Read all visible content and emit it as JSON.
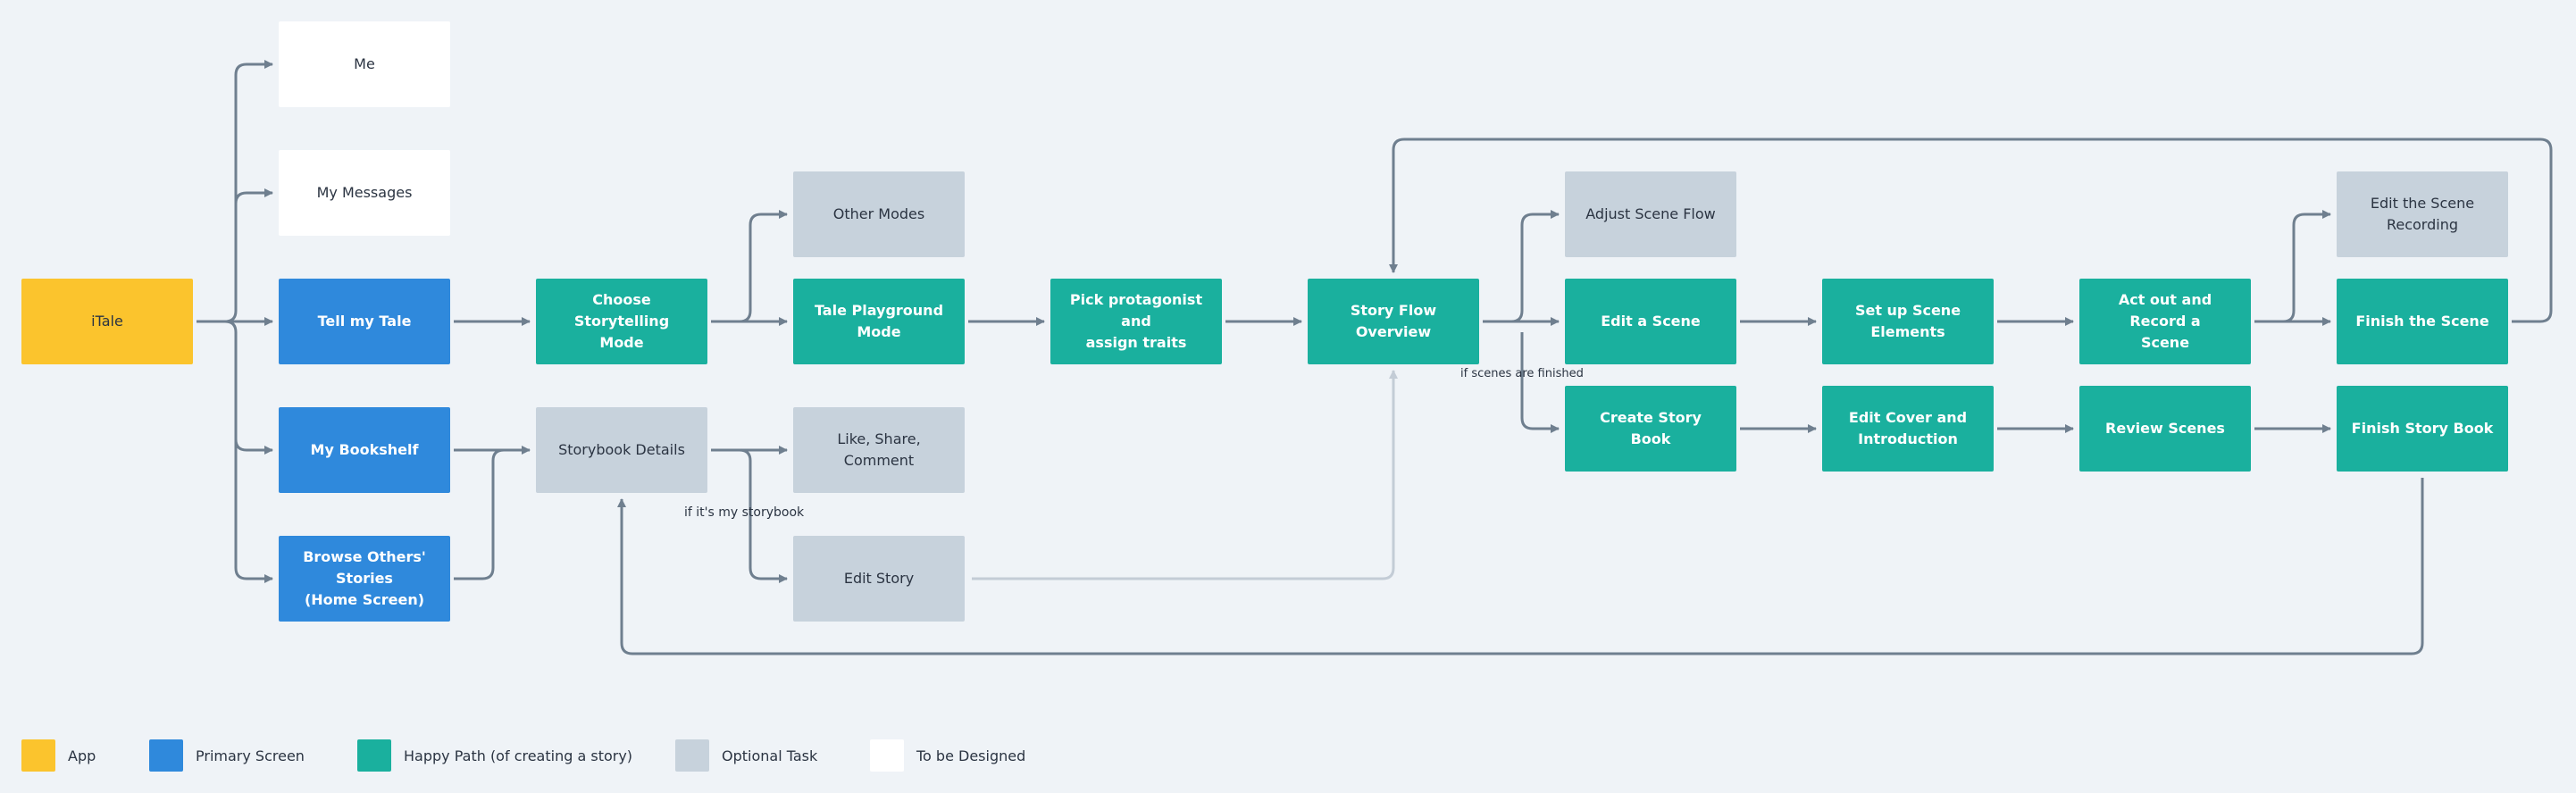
{
  "nodes": {
    "itale": "iTale",
    "me": "Me",
    "my_messages": "My Messages",
    "tell_my_tale": "Tell my Tale",
    "my_bookshelf": "My Bookshelf",
    "browse_others": "Browse Others'\nStories\n(Home Screen)",
    "choose_mode": "Choose Storytelling\nMode",
    "storybook_details": "Storybook Details",
    "other_modes": "Other Modes",
    "tale_playground": "Tale Playground\nMode",
    "like_share": "Like, Share,\nComment",
    "edit_story": "Edit Story",
    "pick_protagonist": "Pick protagonist and\nassign traits",
    "story_flow": "Story Flow Overview",
    "adjust_scene_flow": "Adjust Scene Flow",
    "edit_scene": "Edit a Scene",
    "create_story_book": "Create Story Book",
    "setup_elements": "Set up Scene\nElements",
    "edit_cover": "Edit Cover and\nIntroduction",
    "act_record": "Act out and Record a\nScene",
    "review_scenes": "Review Scenes",
    "edit_recording": "Edit the Scene\nRecording",
    "finish_scene": "Finish the Scene",
    "finish_story_book": "Finish Story Book"
  },
  "notes": {
    "my_storybook": "if it's my storybook",
    "scenes_finished": "if scenes are finished"
  },
  "legend": [
    {
      "label": "App",
      "color": "#fbc42d"
    },
    {
      "label": "Primary Screen",
      "color": "#2f89dc"
    },
    {
      "label": "Happy Path (of creating a story)",
      "color": "#1ab09e"
    },
    {
      "label": "Optional Task",
      "color": "#c7d2dc"
    },
    {
      "label": "To be Designed",
      "color": "#ffffff"
    }
  ],
  "colors": {
    "connector": "#6f7f8f",
    "connector_light": "#c3ccd6",
    "background": "#eff3f7"
  }
}
